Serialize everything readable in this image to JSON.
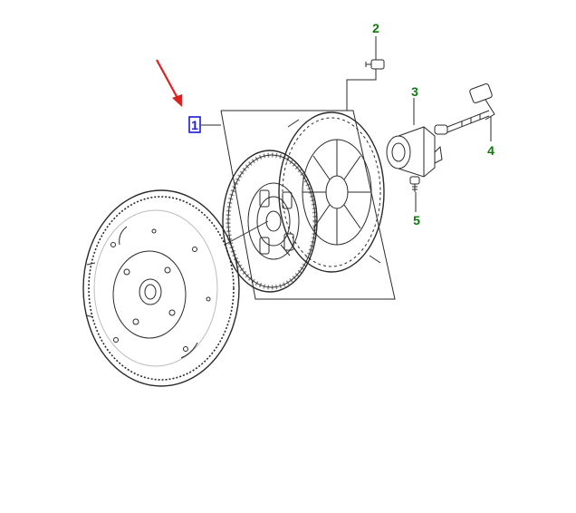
{
  "diagram": {
    "callouts": [
      {
        "label": "1",
        "selected": true
      },
      {
        "label": "2",
        "selected": false
      },
      {
        "label": "3",
        "selected": false
      },
      {
        "label": "4",
        "selected": false
      },
      {
        "label": "5",
        "selected": false
      }
    ]
  },
  "colors": {
    "callout_default": "#0a7a0a",
    "callout_selected": "#1b1bd6",
    "pointer_arrow": "#e02020",
    "line_art": "#2a2a2a"
  }
}
